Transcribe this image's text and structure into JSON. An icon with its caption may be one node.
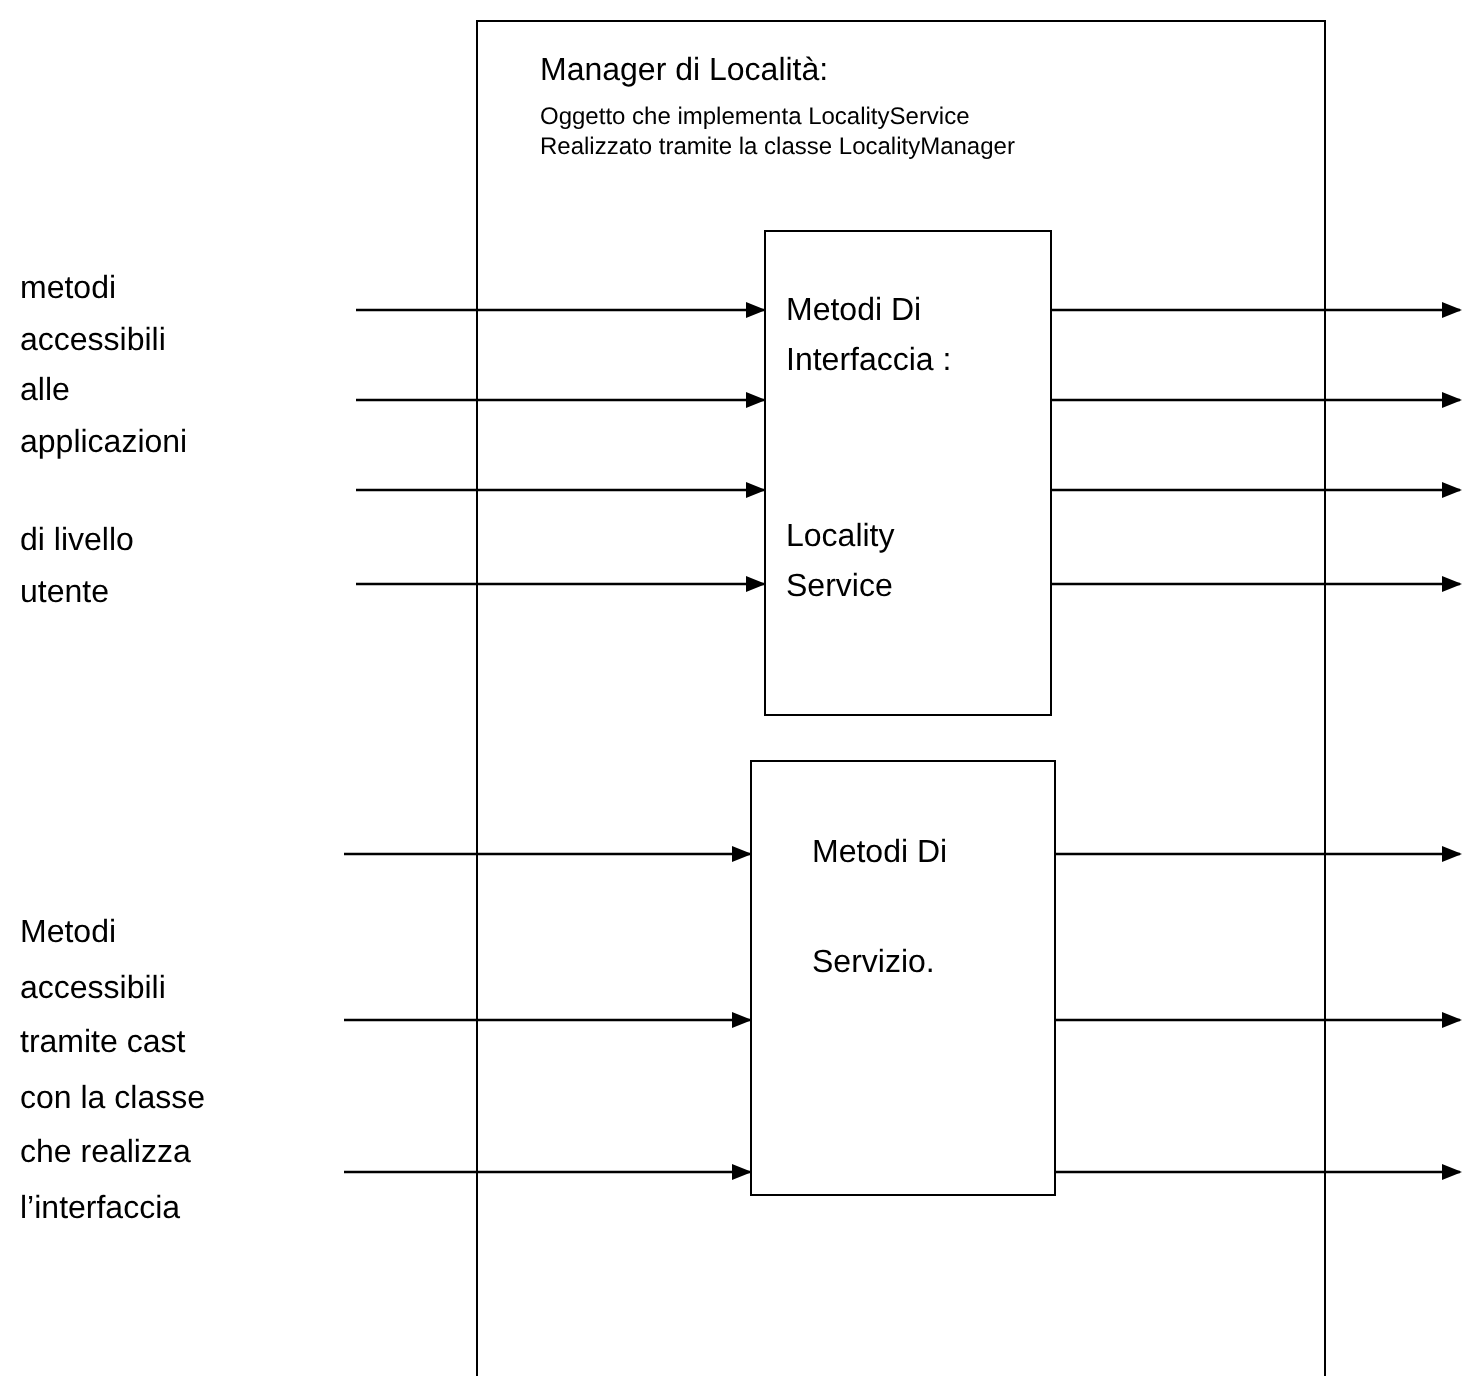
{
  "diagram": {
    "nodes": [
      {
        "text": [
          "Manager di Località:",
          "Oggetto che implementa LocalityService",
          "Realizzato tramite la classe LocalityManager"
        ]
      },
      {
        "text": [
          "Metodi Di Interfaccia :",
          "Locality Service"
        ],
        "in": 0
      },
      {
        "text": [
          "Metodi Di Servizio."
        ],
        "in": 0
      }
    ],
    "edges": [
      {
        "from": null,
        "to": 1,
        "arrow": "to"
      },
      {
        "from": null,
        "to": 1,
        "arrow": "to"
      },
      {
        "from": null,
        "to": 1,
        "arrow": "to"
      },
      {
        "from": null,
        "to": 1,
        "arrow": "to"
      },
      {
        "from": 1,
        "to": null,
        "arrow": "to"
      },
      {
        "from": 1,
        "to": null,
        "arrow": "to"
      },
      {
        "from": 1,
        "to": null,
        "arrow": "to"
      },
      {
        "from": 1,
        "to": null,
        "arrow": "to"
      },
      {
        "from": null,
        "to": 2,
        "arrow": "to"
      },
      {
        "from": null,
        "to": 2,
        "arrow": "to"
      },
      {
        "from": null,
        "to": 2,
        "arrow": "to"
      },
      {
        "from": 2,
        "to": null,
        "arrow": "to"
      },
      {
        "from": 2,
        "to": null,
        "arrow": "to"
      },
      {
        "from": 2,
        "to": null,
        "arrow": "to"
      }
    ],
    "labels": [
      "metodi accessibili alle applicazioni",
      "di livello utente",
      "Metodi accessibili tramite cast con la classe che realizza l’interfaccia"
    ]
  }
}
